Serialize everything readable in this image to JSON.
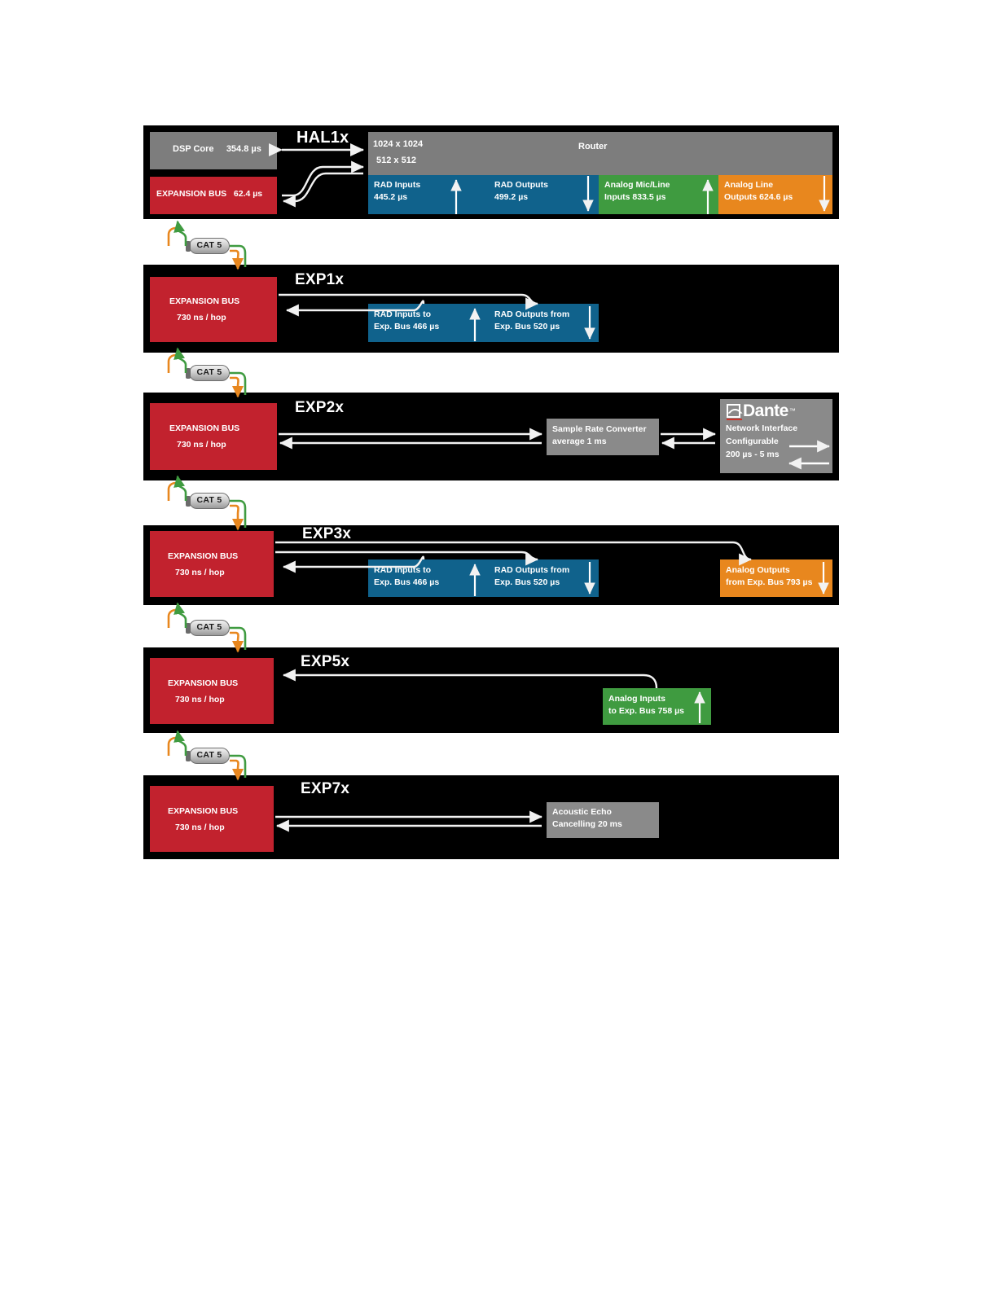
{
  "diagram": {
    "title": "Rane HAL / EXP system latency signal-flow diagram",
    "colors": {
      "red": "#c2222e",
      "gray": "#7d7d7d",
      "blue": "#10628c",
      "green": "#3f9b40",
      "orange": "#e8871e",
      "black": "#000000",
      "white": "#ffffff",
      "dante_underline": "#c9342b",
      "cable_orange": "#e8871e",
      "cable_green": "#3f9b40"
    },
    "devices": [
      {
        "id": "hal1x",
        "title": "HAL1x",
        "blocks": [
          {
            "name": "dsp-core",
            "color": "gray",
            "lines": [
              "DSP Core     354.8 µs"
            ]
          },
          {
            "name": "expansion-bus",
            "color": "red",
            "lines": [
              "EXPANSION BUS   62.4 µs"
            ]
          },
          {
            "name": "router",
            "color": "gray",
            "lines": [
              "Router"
            ]
          },
          {
            "name": "router-size-top",
            "color": "gray",
            "lines": [
              "1024 x 1024"
            ]
          },
          {
            "name": "router-size-bottom",
            "color": "gray",
            "lines": [
              "512 x 512"
            ]
          },
          {
            "name": "rad-inputs",
            "color": "blue",
            "lines": [
              "RAD Inputs",
              "445.2 µs"
            ]
          },
          {
            "name": "rad-outputs",
            "color": "blue",
            "lines": [
              "RAD Outputs",
              "499.2 µs"
            ]
          },
          {
            "name": "analog-mic-line-inputs",
            "color": "green",
            "lines": [
              "Analog Mic/Line",
              "Inputs 833.5 µs"
            ]
          },
          {
            "name": "analog-line-outputs",
            "color": "orange",
            "lines": [
              "Analog Line",
              "Outputs 624.6 µs"
            ]
          }
        ]
      },
      {
        "id": "exp1x",
        "title": "EXP1x",
        "blocks": [
          {
            "name": "expansion-bus",
            "color": "red",
            "lines": [
              "EXPANSION BUS",
              "730 ns / hop"
            ]
          },
          {
            "name": "rad-inputs-to-exp-bus",
            "color": "blue",
            "lines": [
              "RAD Inputs to",
              "Exp. Bus 466 µs"
            ]
          },
          {
            "name": "rad-outputs-from-exp-bus",
            "color": "blue",
            "lines": [
              "RAD Outputs from",
              "Exp. Bus 520 µs"
            ]
          }
        ]
      },
      {
        "id": "exp2x",
        "title": "EXP2x",
        "blocks": [
          {
            "name": "expansion-bus",
            "color": "red",
            "lines": [
              "EXPANSION BUS",
              "730 ns / hop"
            ]
          },
          {
            "name": "sample-rate-converter",
            "color": "dgray",
            "lines": [
              "Sample Rate Converter",
              "average 1 ms"
            ]
          },
          {
            "name": "dante-network-interface",
            "color": "dgray",
            "lines": [
              "Network Interface",
              "Configurable",
              "200 µs - 5 ms"
            ],
            "logo_text": "Dante",
            "logo_tm": "™"
          }
        ]
      },
      {
        "id": "exp3x",
        "title": "EXP3x",
        "blocks": [
          {
            "name": "expansion-bus",
            "color": "red",
            "lines": [
              "EXPANSION BUS",
              "730 ns / hop"
            ]
          },
          {
            "name": "rad-inputs-to-exp-bus",
            "color": "blue",
            "lines": [
              "RAD Inputs to",
              "Exp. Bus 466 µs"
            ]
          },
          {
            "name": "rad-outputs-from-exp-bus",
            "color": "blue",
            "lines": [
              "RAD Outputs from",
              "Exp. Bus 520 µs"
            ]
          },
          {
            "name": "analog-outputs-from-exp-bus",
            "color": "orange",
            "lines": [
              "Analog Outputs",
              "from Exp. Bus 793 µs"
            ]
          }
        ]
      },
      {
        "id": "exp5x",
        "title": "EXP5x",
        "blocks": [
          {
            "name": "expansion-bus",
            "color": "red",
            "lines": [
              "EXPANSION BUS",
              "730 ns / hop"
            ]
          },
          {
            "name": "analog-inputs-to-exp-bus",
            "color": "green",
            "lines": [
              "Analog Inputs",
              "to Exp. Bus 758 µs"
            ]
          }
        ]
      },
      {
        "id": "exp7x",
        "title": "EXP7x",
        "blocks": [
          {
            "name": "expansion-bus",
            "color": "red",
            "lines": [
              "EXPANSION BUS",
              "730 ns / hop"
            ]
          },
          {
            "name": "acoustic-echo-cancelling",
            "color": "dgray",
            "lines": [
              "Acoustic Echo",
              "Cancelling 20 ms"
            ]
          }
        ]
      }
    ],
    "cat5_links": [
      {
        "name": "cat5-hal1x-exp1x",
        "label": "CAT 5"
      },
      {
        "name": "cat5-exp1x-exp2x",
        "label": "CAT 5"
      },
      {
        "name": "cat5-exp2x-exp3x",
        "label": "CAT 5"
      },
      {
        "name": "cat5-exp3x-exp5x",
        "label": "CAT 5"
      },
      {
        "name": "cat5-exp5x-exp7x",
        "label": "CAT 5"
      }
    ]
  }
}
